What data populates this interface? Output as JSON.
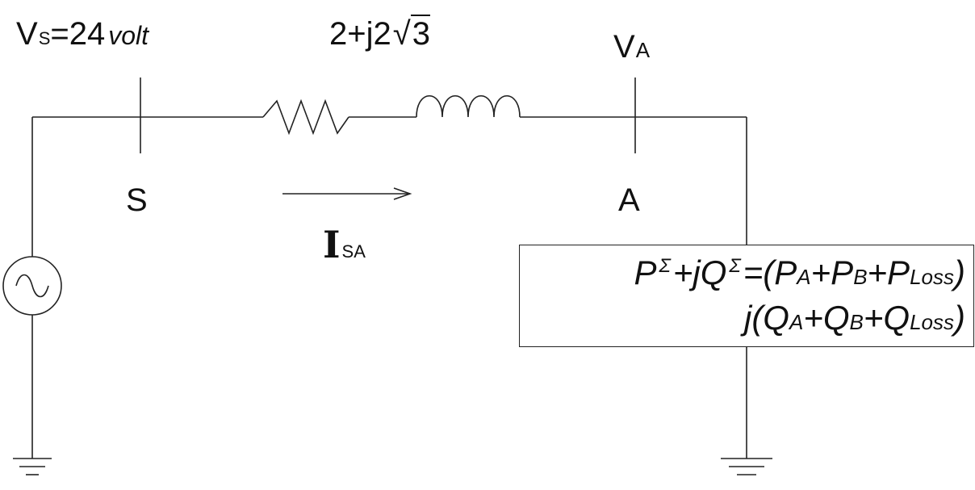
{
  "source": {
    "v": "V",
    "sub": "S",
    "eq": "=24",
    "unit": "volt"
  },
  "impedance": {
    "main": "2+j2",
    "radical": "√",
    "radicand": "3"
  },
  "node_voltage_a": {
    "v": "V",
    "sub": "A"
  },
  "nodes": {
    "s": "S",
    "a": "A"
  },
  "current": {
    "symbol": "I",
    "sub": "SA"
  },
  "power_box": {
    "line1": {
      "p": "P",
      "sup1": "Σ",
      "mid": "+jQ",
      "sup2": "Σ",
      "eqopen": "=(P",
      "sa": "A",
      "plus1": "+P",
      "sb": "B",
      "plus2": "+P",
      "sl": "Loss",
      "close": ")"
    },
    "line2": {
      "open": "j(Q",
      "sa": "A",
      "plus1": "+Q",
      "sb": "B",
      "plus2": "+Q",
      "sl": "Loss",
      "close": ")"
    }
  },
  "colors": {
    "line": "#222222",
    "text": "#111111"
  }
}
